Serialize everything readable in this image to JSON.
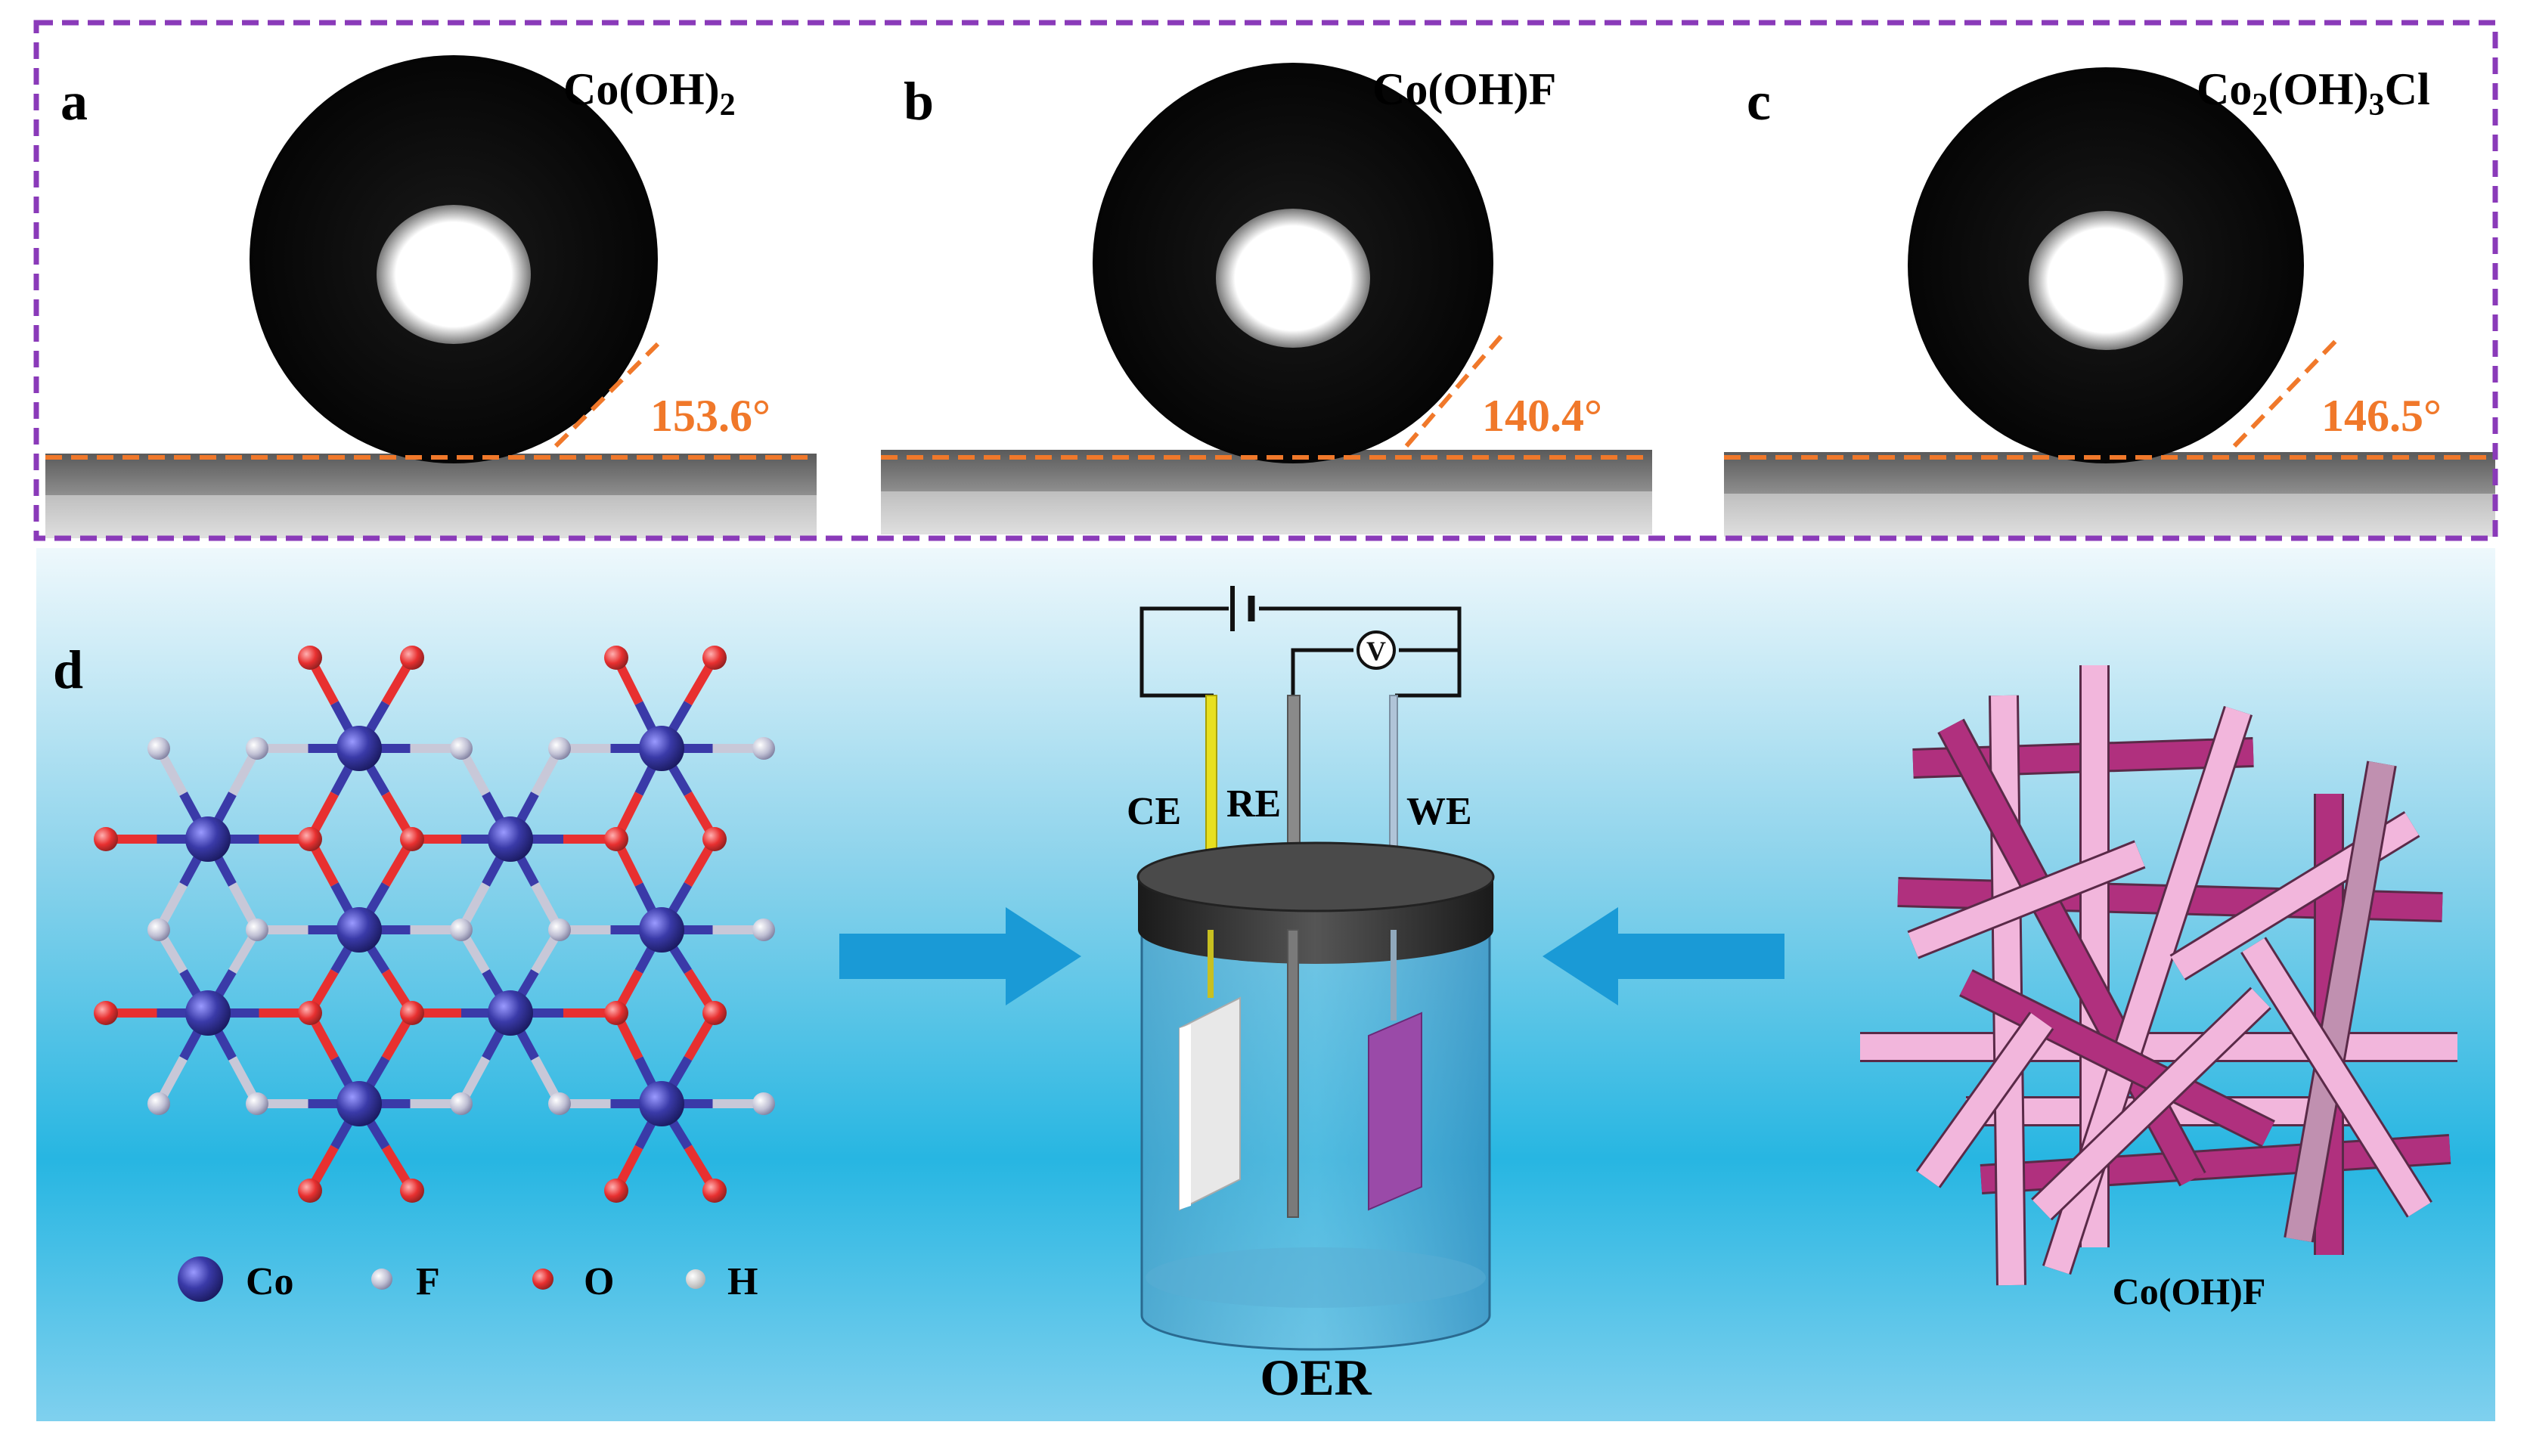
{
  "panels": [
    {
      "letter": "a",
      "formula_base": "Co(OH)",
      "formula_sub": "2",
      "formula_tail": "",
      "angle": "153.6°"
    },
    {
      "letter": "b",
      "formula_base": "Co(OH)F",
      "formula_sub": "",
      "formula_tail": "",
      "angle": "140.4°"
    },
    {
      "letter": "c",
      "formula_base": "Co",
      "formula_sub": "2",
      "formula_tail": "(OH)",
      "formula_sub2": "3",
      "formula_tail2": "Cl",
      "angle": "146.5°"
    }
  ],
  "panel_d": {
    "letter": "d",
    "legend": [
      {
        "label": "Co",
        "color": "#3a3aa8"
      },
      {
        "label": "F",
        "color": "#c8c8d8"
      },
      {
        "label": "O",
        "color": "#e83030"
      },
      {
        "label": "H",
        "color": "#e8e8e8"
      }
    ],
    "cell": {
      "electrode_labels": [
        "CE",
        "RE",
        "WE"
      ],
      "voltmeter": "V",
      "title": "OER"
    },
    "nanorods_label": "Co(OH)F"
  },
  "colors": {
    "border_dash": "#8a3ab9",
    "angle_line": "#f0782a",
    "arrow": "#1a9ad6",
    "co_atom": "#3a3aa8",
    "o_atom": "#e83030",
    "f_atom": "#c8c8d8",
    "rod_dark": "#b0307e",
    "rod_light": "#f2b6dc"
  }
}
